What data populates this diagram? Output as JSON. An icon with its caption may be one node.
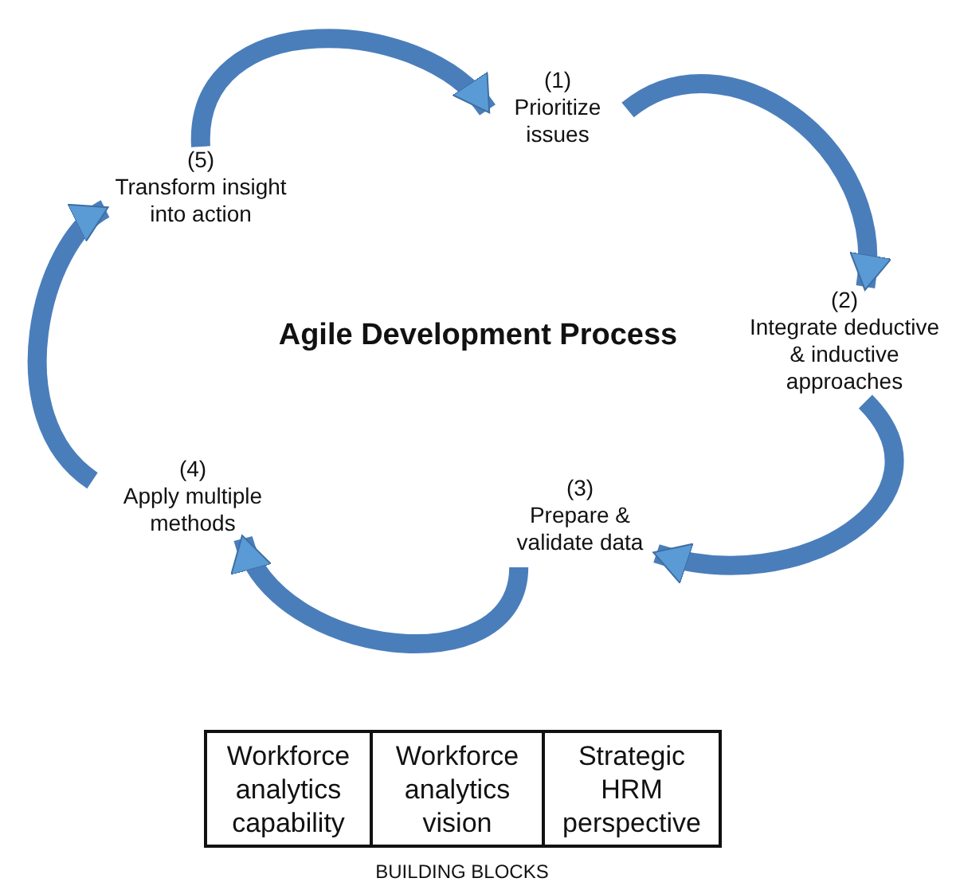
{
  "diagram": {
    "title": "Agile Development Process",
    "nodes": [
      {
        "text": [
          "(1)",
          "Prioritize issues"
        ]
      },
      {
        "text": [
          "(2)",
          "Integrate deductive & inductive approaches"
        ]
      },
      {
        "text": [
          "(3)",
          "Prepare & validate data"
        ]
      },
      {
        "text": [
          "(4)",
          "Apply multiple methods"
        ]
      },
      {
        "text": [
          "(5)",
          "Transform insight into action"
        ]
      },
      {
        "text": [
          "Workforce analytics capability"
        ]
      },
      {
        "text": [
          "Workforce analytics vision"
        ]
      },
      {
        "text": [
          "Strategic HRM perspective"
        ]
      }
    ],
    "edges": [
      {
        "from": 4,
        "to": 0,
        "arrow": "to"
      },
      {
        "from": 0,
        "to": 1,
        "arrow": "to"
      },
      {
        "from": 1,
        "to": 2,
        "arrow": "to"
      },
      {
        "from": 2,
        "to": 3,
        "arrow": "to"
      },
      {
        "from": 3,
        "to": 4,
        "arrow": "to"
      }
    ],
    "labels": [
      "BUILDING BLOCKS"
    ]
  }
}
